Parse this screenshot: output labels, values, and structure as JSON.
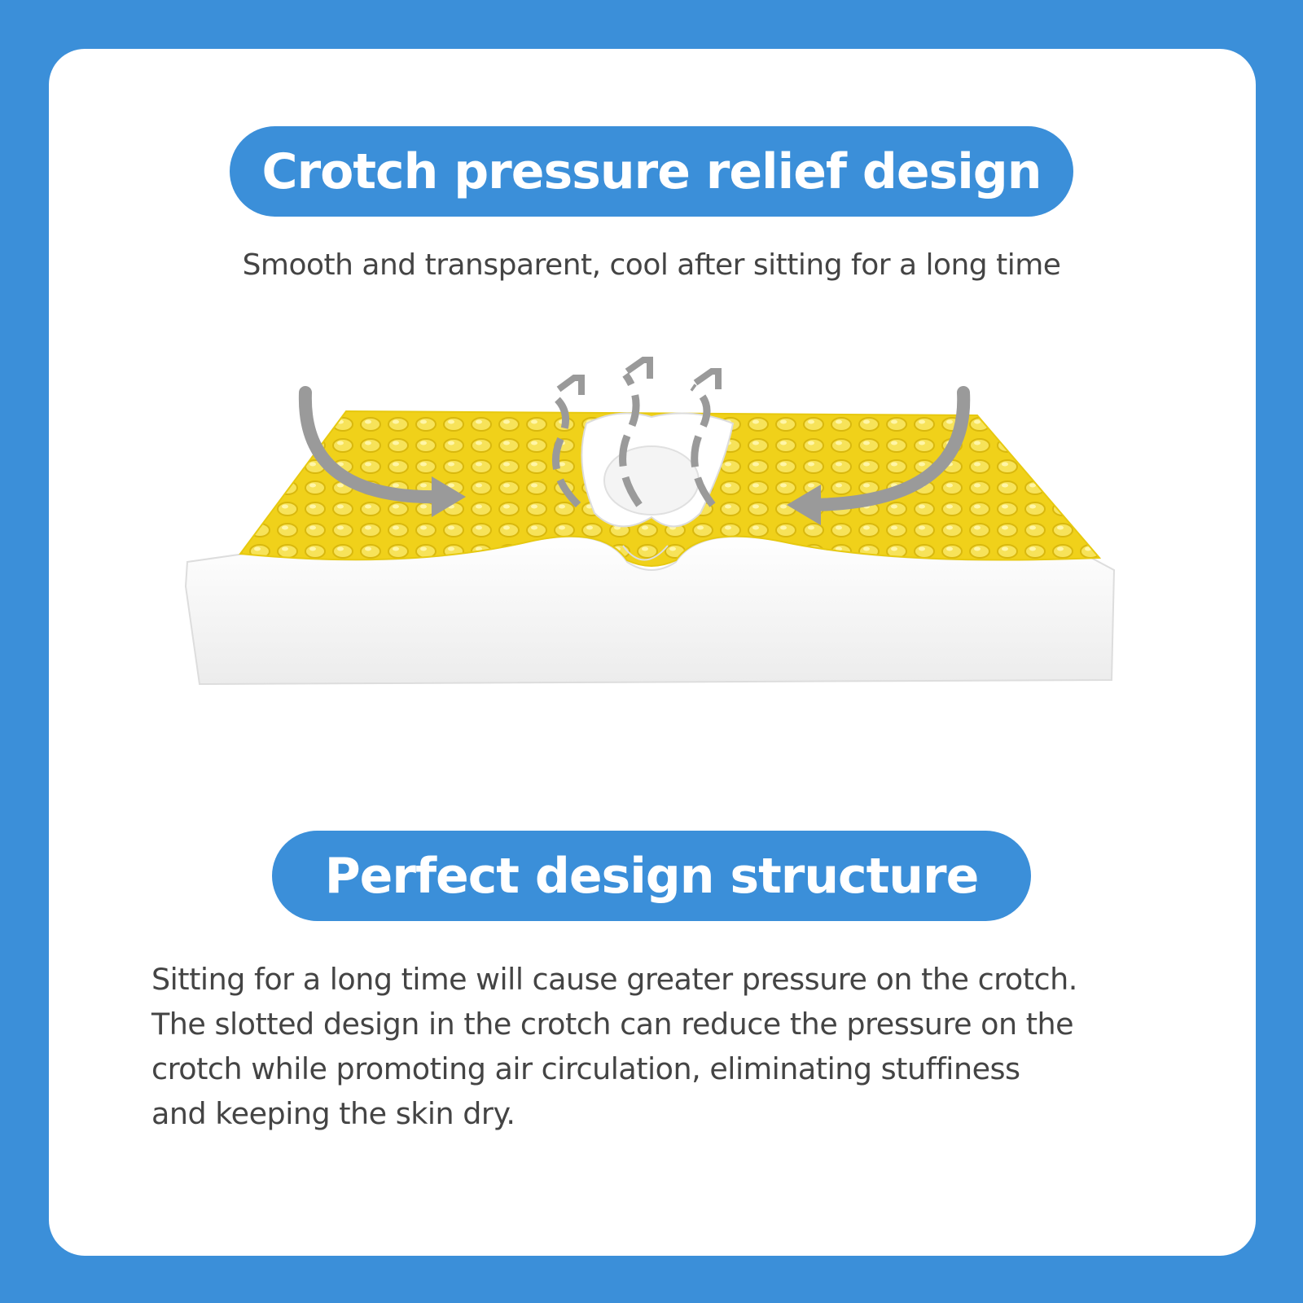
{
  "header": {
    "title": "Crotch pressure relief design",
    "subtitle": "Smooth and transparent, cool after sitting for a long time"
  },
  "product_image": {
    "icon": "gel-seat-cushion-illustration",
    "colors": {
      "gel": "#f2d21b",
      "foam": "#ffffff",
      "arrows": "#9a9a9a"
    }
  },
  "section": {
    "title": "Perfect design structure",
    "paragraph_lines": [
      "Sitting for a long time will cause greater pressure on the crotch.",
      "The slotted design in the crotch can reduce the pressure on the",
      "crotch while promoting air circulation, eliminating stuffiness",
      "and keeping the skin dry."
    ]
  },
  "theme": {
    "accent": "#3b8fd9",
    "text": "#444444",
    "card": "#ffffff"
  }
}
